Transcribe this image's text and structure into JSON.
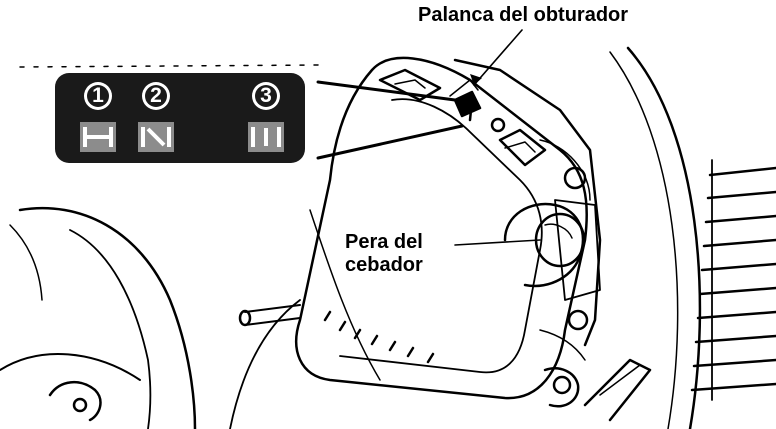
{
  "labels": {
    "choke_lever": "Palanca del obturador",
    "primer_bulb_line1": "Pera del",
    "primer_bulb_line2": "cebador"
  },
  "choke_positions": [
    {
      "number": "1",
      "icon": "choke-closed-icon"
    },
    {
      "number": "2",
      "icon": "choke-half-icon"
    },
    {
      "number": "3",
      "icon": "choke-open-icon"
    }
  ],
  "colors": {
    "ink": "#000000",
    "paper": "#ffffff",
    "panel": "#1a1a1a",
    "icon_box": "#8c8c8c"
  }
}
